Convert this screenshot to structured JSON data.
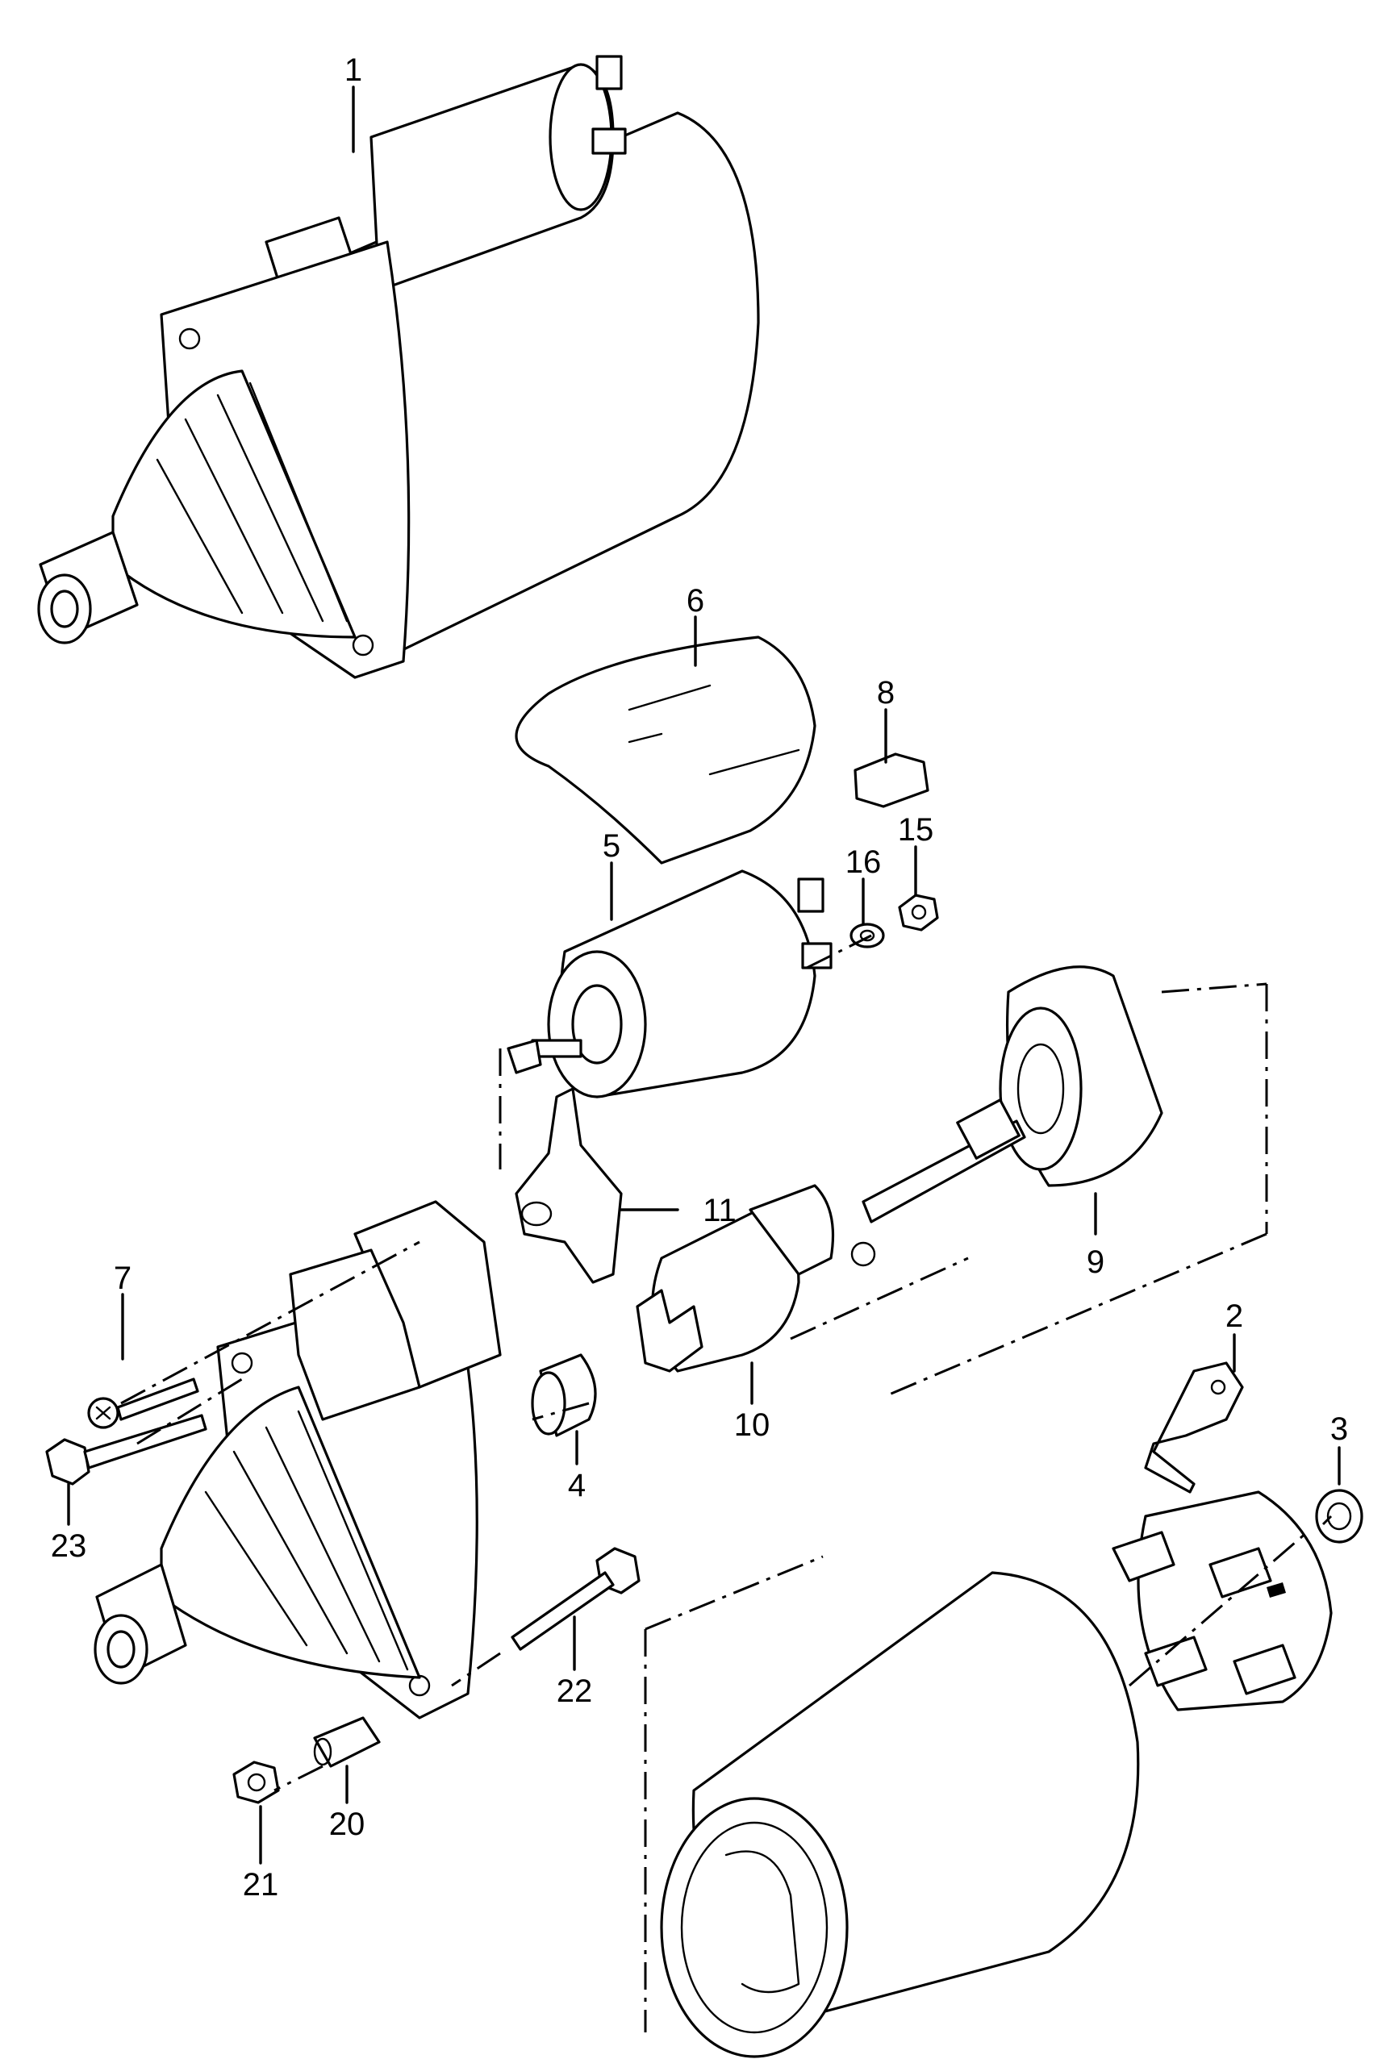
{
  "diagram": {
    "colors": {
      "line": "#000000",
      "background": "#ffffff"
    },
    "callouts": [
      {
        "id": "1",
        "text": "1"
      },
      {
        "id": "2",
        "text": "2"
      },
      {
        "id": "3",
        "text": "3"
      },
      {
        "id": "4",
        "text": "4"
      },
      {
        "id": "5",
        "text": "5"
      },
      {
        "id": "6",
        "text": "6"
      },
      {
        "id": "7",
        "text": "7"
      },
      {
        "id": "8",
        "text": "8"
      },
      {
        "id": "9",
        "text": "9"
      },
      {
        "id": "10",
        "text": "10"
      },
      {
        "id": "11",
        "text": "11"
      },
      {
        "id": "15",
        "text": "15"
      },
      {
        "id": "16",
        "text": "16"
      },
      {
        "id": "20",
        "text": "20"
      },
      {
        "id": "21",
        "text": "21"
      },
      {
        "id": "22",
        "text": "22"
      },
      {
        "id": "23",
        "text": "23"
      }
    ]
  }
}
